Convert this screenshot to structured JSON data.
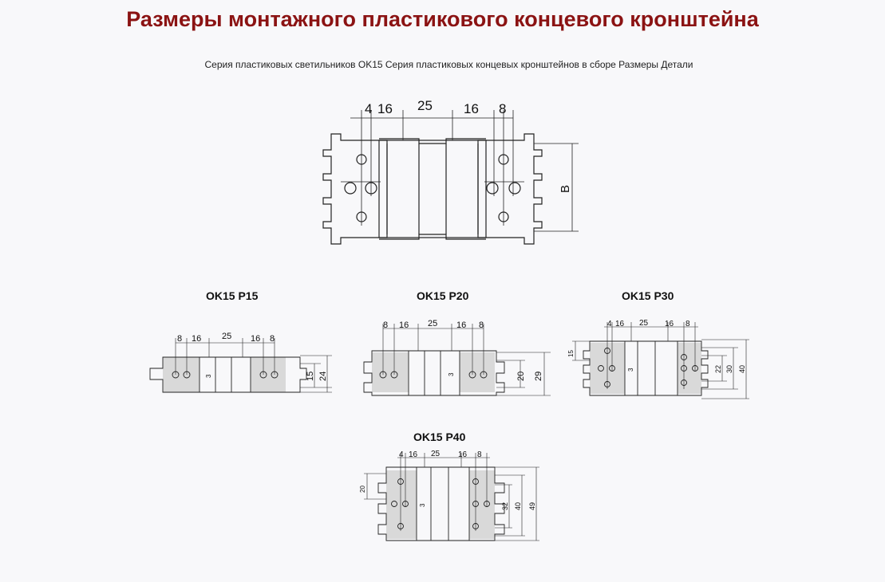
{
  "title": "Размеры монтажного пластикового концевого кронштейна",
  "subtitle": "Серия пластиковых светильников OK15 Серия пластиковых концевых кронштейнов в сборе Размеры Детали",
  "main_diagram": {
    "dims": [
      "4",
      "16",
      "25",
      "16",
      "8"
    ],
    "height_label": "B"
  },
  "models": [
    {
      "name": "OK15 P15",
      "top_dims": [
        "8",
        "16",
        "25",
        "16",
        "8"
      ],
      "side_dims": [
        "3",
        "15",
        "24"
      ]
    },
    {
      "name": "OK15 P20",
      "top_dims": [
        "8",
        "16",
        "25",
        "16",
        "8"
      ],
      "side_dims": [
        "3",
        "20",
        "29"
      ]
    },
    {
      "name": "OK15 P30",
      "top_dims": [
        "4",
        "16",
        "25",
        "16",
        "8"
      ],
      "side_dims": [
        "15",
        "3",
        "22",
        "30",
        "40"
      ]
    },
    {
      "name": "OK15 P40",
      "top_dims": [
        "4",
        "16",
        "25",
        "16",
        "8"
      ],
      "side_dims": [
        "20",
        "3",
        "32",
        "40",
        "49"
      ]
    }
  ]
}
